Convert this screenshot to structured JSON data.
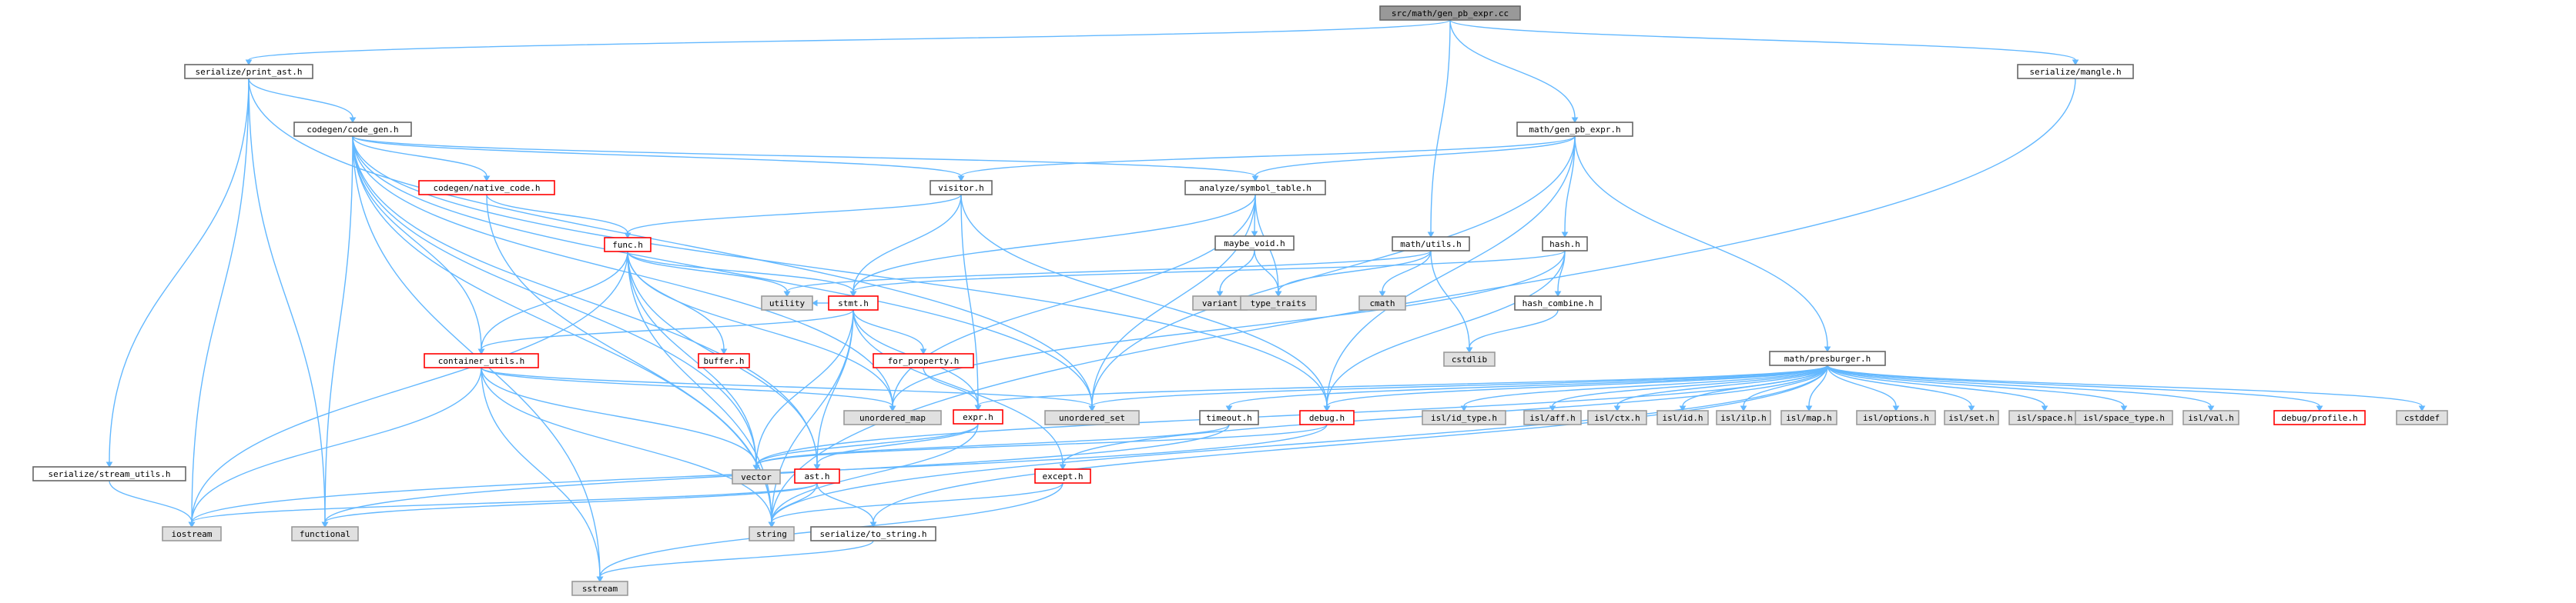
{
  "diagram": {
    "colors": {
      "edge": "#63b8ff",
      "root_fill": "#999999",
      "root_border": "#666666",
      "header_fill": "#ffffff",
      "header_border": "#666666",
      "system_fill": "#e0e0e0",
      "system_border": "#999999",
      "truncated_border": "#ff0000"
    },
    "nodes": [
      {
        "id": "n_root",
        "label": "src/math/gen_pb_expr.cc",
        "kind": "root"
      },
      {
        "id": "n_print_ast",
        "label": "serialize/print_ast.h",
        "kind": "header"
      },
      {
        "id": "n_mangle",
        "label": "serialize/mangle.h",
        "kind": "header"
      },
      {
        "id": "n_code_gen",
        "label": "codegen/code_gen.h",
        "kind": "header"
      },
      {
        "id": "n_gen_pb_expr_h",
        "label": "math/gen_pb_expr.h",
        "kind": "header"
      },
      {
        "id": "n_native_code",
        "label": "codegen/native_code.h",
        "kind": "truncated"
      },
      {
        "id": "n_visitor",
        "label": "visitor.h",
        "kind": "header"
      },
      {
        "id": "n_analyze",
        "label": "analyze/symbol_table.h",
        "kind": "header"
      },
      {
        "id": "n_func",
        "label": "func.h",
        "kind": "truncated"
      },
      {
        "id": "n_maybe_void",
        "label": "maybe_void.h",
        "kind": "header"
      },
      {
        "id": "n_math_utils",
        "label": "math/utils.h",
        "kind": "header"
      },
      {
        "id": "n_hash",
        "label": "hash.h",
        "kind": "header"
      },
      {
        "id": "n_utility",
        "label": "utility",
        "kind": "system"
      },
      {
        "id": "n_stmt",
        "label": "stmt.h",
        "kind": "truncated"
      },
      {
        "id": "n_variant",
        "label": "variant",
        "kind": "system"
      },
      {
        "id": "n_type_traits",
        "label": "type_traits",
        "kind": "system"
      },
      {
        "id": "n_cmath",
        "label": "cmath",
        "kind": "system"
      },
      {
        "id": "n_hash_combine",
        "label": "hash_combine.h",
        "kind": "header"
      },
      {
        "id": "n_cstdlib",
        "label": "cstdlib",
        "kind": "system"
      },
      {
        "id": "n_container_utils",
        "label": "container_utils.h",
        "kind": "truncated"
      },
      {
        "id": "n_buffer",
        "label": "buffer.h",
        "kind": "truncated"
      },
      {
        "id": "n_for_property",
        "label": "for_property.h",
        "kind": "truncated"
      },
      {
        "id": "n_presburger",
        "label": "math/presburger.h",
        "kind": "header"
      },
      {
        "id": "n_unordered_map",
        "label": "unordered_map",
        "kind": "system"
      },
      {
        "id": "n_expr",
        "label": "expr.h",
        "kind": "truncated"
      },
      {
        "id": "n_unordered_set",
        "label": "unordered_set",
        "kind": "system"
      },
      {
        "id": "n_timeout",
        "label": "timeout.h",
        "kind": "header"
      },
      {
        "id": "n_debug",
        "label": "debug.h",
        "kind": "truncated"
      },
      {
        "id": "n_isl_id_type",
        "label": "isl/id_type.h",
        "kind": "system"
      },
      {
        "id": "n_isl_aff",
        "label": "isl/aff.h",
        "kind": "system"
      },
      {
        "id": "n_isl_ctx",
        "label": "isl/ctx.h",
        "kind": "system"
      },
      {
        "id": "n_isl_id",
        "label": "isl/id.h",
        "kind": "system"
      },
      {
        "id": "n_isl_ilp",
        "label": "isl/ilp.h",
        "kind": "system"
      },
      {
        "id": "n_isl_map",
        "label": "isl/map.h",
        "kind": "system"
      },
      {
        "id": "n_isl_options",
        "label": "isl/options.h",
        "kind": "system"
      },
      {
        "id": "n_isl_set",
        "label": "isl/set.h",
        "kind": "system"
      },
      {
        "id": "n_isl_space",
        "label": "isl/space.h",
        "kind": "system"
      },
      {
        "id": "n_isl_space_type",
        "label": "isl/space_type.h",
        "kind": "system"
      },
      {
        "id": "n_isl_val",
        "label": "isl/val.h",
        "kind": "system"
      },
      {
        "id": "n_debug_profile",
        "label": "debug/profile.h",
        "kind": "truncated"
      },
      {
        "id": "n_cstddef",
        "label": "cstddef",
        "kind": "system"
      },
      {
        "id": "n_stream_utils",
        "label": "serialize/stream_utils.h",
        "kind": "header"
      },
      {
        "id": "n_vector",
        "label": "vector",
        "kind": "system"
      },
      {
        "id": "n_ast",
        "label": "ast.h",
        "kind": "truncated"
      },
      {
        "id": "n_except",
        "label": "except.h",
        "kind": "truncated"
      },
      {
        "id": "n_iostream",
        "label": "iostream",
        "kind": "system"
      },
      {
        "id": "n_functional",
        "label": "functional",
        "kind": "system"
      },
      {
        "id": "n_string",
        "label": "string",
        "kind": "system"
      },
      {
        "id": "n_to_string",
        "label": "serialize/to_string.h",
        "kind": "header"
      },
      {
        "id": "n_sstream",
        "label": "sstream",
        "kind": "system"
      }
    ],
    "edges": [
      [
        "n_root",
        "n_print_ast"
      ],
      [
        "n_root",
        "n_mangle"
      ],
      [
        "n_root",
        "n_gen_pb_expr_h"
      ],
      [
        "n_root",
        "n_math_utils"
      ],
      [
        "n_print_ast",
        "n_code_gen"
      ],
      [
        "n_print_ast",
        "n_stream_utils"
      ],
      [
        "n_print_ast",
        "n_unordered_set"
      ],
      [
        "n_print_ast",
        "n_iostream"
      ],
      [
        "n_print_ast",
        "n_functional"
      ],
      [
        "n_mangle",
        "n_string"
      ],
      [
        "n_code_gen",
        "n_native_code"
      ],
      [
        "n_code_gen",
        "n_visitor"
      ],
      [
        "n_code_gen",
        "n_analyze"
      ],
      [
        "n_code_gen",
        "n_container_utils"
      ],
      [
        "n_code_gen",
        "n_unordered_map"
      ],
      [
        "n_code_gen",
        "n_unordered_set"
      ],
      [
        "n_code_gen",
        "n_vector"
      ],
      [
        "n_code_gen",
        "n_ast"
      ],
      [
        "n_code_gen",
        "n_string"
      ],
      [
        "n_code_gen",
        "n_functional"
      ],
      [
        "n_code_gen",
        "n_sstream"
      ],
      [
        "n_code_gen",
        "n_debug"
      ],
      [
        "n_gen_pb_expr_h",
        "n_visitor"
      ],
      [
        "n_gen_pb_expr_h",
        "n_analyze"
      ],
      [
        "n_gen_pb_expr_h",
        "n_hash"
      ],
      [
        "n_gen_pb_expr_h",
        "n_presburger"
      ],
      [
        "n_gen_pb_expr_h",
        "n_unordered_set"
      ],
      [
        "n_gen_pb_expr_h",
        "n_debug"
      ],
      [
        "n_native_code",
        "n_func"
      ],
      [
        "n_native_code",
        "n_string"
      ],
      [
        "n_visitor",
        "n_func"
      ],
      [
        "n_visitor",
        "n_stmt"
      ],
      [
        "n_visitor",
        "n_expr"
      ],
      [
        "n_visitor",
        "n_debug"
      ],
      [
        "n_analyze",
        "n_maybe_void"
      ],
      [
        "n_analyze",
        "n_stmt"
      ],
      [
        "n_analyze",
        "n_type_traits"
      ],
      [
        "n_analyze",
        "n_unordered_set"
      ],
      [
        "n_analyze",
        "n_unordered_map"
      ],
      [
        "n_func",
        "n_utility"
      ],
      [
        "n_func",
        "n_stmt"
      ],
      [
        "n_func",
        "n_buffer"
      ],
      [
        "n_func",
        "n_container_utils"
      ],
      [
        "n_func",
        "n_unordered_map"
      ],
      [
        "n_func",
        "n_vector"
      ],
      [
        "n_func",
        "n_ast"
      ],
      [
        "n_func",
        "n_string"
      ],
      [
        "n_func",
        "n_iostream"
      ],
      [
        "n_maybe_void",
        "n_variant"
      ],
      [
        "n_maybe_void",
        "n_type_traits"
      ],
      [
        "n_math_utils",
        "n_cmath"
      ],
      [
        "n_math_utils",
        "n_type_traits"
      ],
      [
        "n_math_utils",
        "n_cstdlib"
      ],
      [
        "n_math_utils",
        "n_utility"
      ],
      [
        "n_hash",
        "n_hash_combine"
      ],
      [
        "n_hash",
        "n_stmt"
      ],
      [
        "n_hash",
        "n_unordered_map"
      ],
      [
        "n_hash",
        "n_debug"
      ],
      [
        "n_hash_combine",
        "n_cstdlib"
      ],
      [
        "n_stmt",
        "n_utility"
      ],
      [
        "n_stmt",
        "n_for_property"
      ],
      [
        "n_stmt",
        "n_container_utils"
      ],
      [
        "n_stmt",
        "n_except"
      ],
      [
        "n_stmt",
        "n_expr"
      ],
      [
        "n_stmt",
        "n_vector"
      ],
      [
        "n_stmt",
        "n_ast"
      ],
      [
        "n_stmt",
        "n_string"
      ],
      [
        "n_container_utils",
        "n_unordered_map"
      ],
      [
        "n_container_utils",
        "n_unordered_set"
      ],
      [
        "n_container_utils",
        "n_vector"
      ],
      [
        "n_container_utils",
        "n_string"
      ],
      [
        "n_container_utils",
        "n_iostream"
      ],
      [
        "n_container_utils",
        "n_sstream"
      ],
      [
        "n_for_property",
        "n_expr"
      ],
      [
        "n_presburger",
        "n_isl_id_type"
      ],
      [
        "n_presburger",
        "n_isl_aff"
      ],
      [
        "n_presburger",
        "n_isl_ctx"
      ],
      [
        "n_presburger",
        "n_isl_id"
      ],
      [
        "n_presburger",
        "n_isl_ilp"
      ],
      [
        "n_presburger",
        "n_isl_map"
      ],
      [
        "n_presburger",
        "n_isl_options"
      ],
      [
        "n_presburger",
        "n_isl_set"
      ],
      [
        "n_presburger",
        "n_isl_space"
      ],
      [
        "n_presburger",
        "n_isl_space_type"
      ],
      [
        "n_presburger",
        "n_isl_val"
      ],
      [
        "n_presburger",
        "n_debug_profile"
      ],
      [
        "n_presburger",
        "n_cstddef"
      ],
      [
        "n_presburger",
        "n_expr"
      ],
      [
        "n_presburger",
        "n_timeout"
      ],
      [
        "n_presburger",
        "n_debug"
      ],
      [
        "n_presburger",
        "n_except"
      ],
      [
        "n_presburger",
        "n_unordered_set"
      ],
      [
        "n_presburger",
        "n_vector"
      ],
      [
        "n_presburger",
        "n_string"
      ],
      [
        "n_presburger",
        "n_to_string"
      ],
      [
        "n_expr",
        "n_vector"
      ],
      [
        "n_expr",
        "n_ast"
      ],
      [
        "n_expr",
        "n_string"
      ],
      [
        "n_timeout",
        "n_vector"
      ],
      [
        "n_timeout",
        "n_functional"
      ],
      [
        "n_debug",
        "n_vector"
      ],
      [
        "n_debug",
        "n_iostream"
      ],
      [
        "n_stream_utils",
        "n_iostream"
      ],
      [
        "n_ast",
        "n_functional"
      ],
      [
        "n_ast",
        "n_string"
      ],
      [
        "n_ast",
        "n_to_string"
      ],
      [
        "n_ast",
        "n_iostream"
      ],
      [
        "n_except",
        "n_string"
      ],
      [
        "n_except",
        "n_sstream"
      ],
      [
        "n_to_string",
        "n_sstream"
      ]
    ]
  }
}
